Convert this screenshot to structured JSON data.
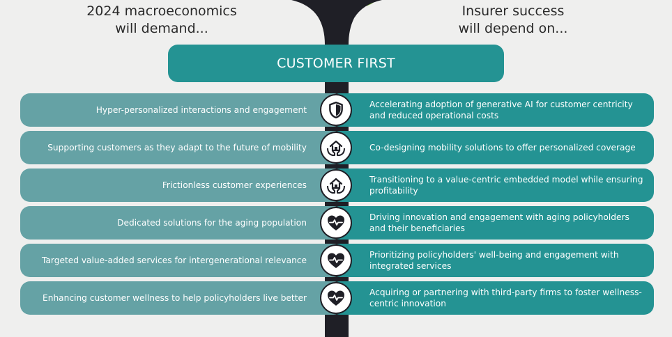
{
  "header": {
    "left_line1": "2024 macroeconomics",
    "left_line2": "will demand...",
    "right_line1": "Insurer success",
    "right_line2": "will depend on..."
  },
  "banner": {
    "label": "CUSTOMER FIRST"
  },
  "rows": [
    {
      "left": "Hyper-personalized interactions and engagement",
      "right": "Accelerating adoption of generative AI for customer centricity and reduced operational costs",
      "icon": "shield-icon"
    },
    {
      "left": "Supporting customers as they adapt to the  future of mobility",
      "right": "Co-designing mobility solutions to offer personalized coverage",
      "icon": "house-hands-icon"
    },
    {
      "left": "Frictionless customer experiences",
      "right": "Transitioning to a value-centric embedded model while ensuring profitability",
      "icon": "house-hands-icon"
    },
    {
      "left": "Dedicated solutions for the aging population",
      "right": "Driving innovation and engagement with aging policyholders and their beneficiaries",
      "icon": "heart-pulse-icon"
    },
    {
      "left": "Targeted value-added services for intergenerational relevance",
      "right": "Prioritizing policyholders' well-being and engagement with integrated services",
      "icon": "heart-pulse-icon"
    },
    {
      "left": "Enhancing customer wellness to help policyholders live better",
      "right": "Acquiring or partnering with third-party firms to foster wellness-centric innovation",
      "icon": "heart-pulse-icon"
    }
  ],
  "colors": {
    "background": "#efefee",
    "teal": "#249393",
    "teal_light": "#65a2a5",
    "trunk": "#1f1f26",
    "leaf": "#8bc34a"
  }
}
